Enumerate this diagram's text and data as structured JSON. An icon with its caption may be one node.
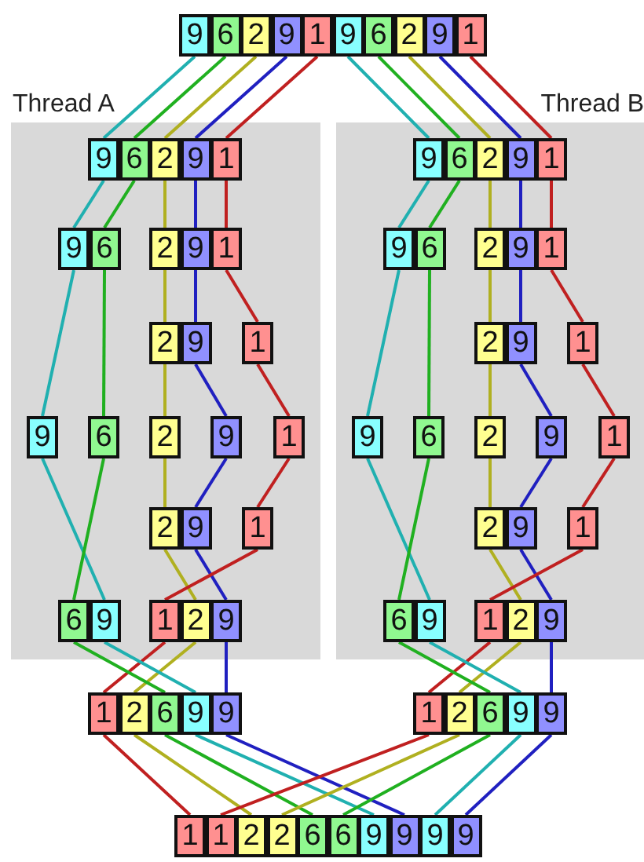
{
  "diagram": {
    "nodes": [
      {
        "text": [
          "9"
        ]
      },
      {
        "text": [
          "6"
        ]
      },
      {
        "text": [
          "2"
        ]
      },
      {
        "text": [
          "9"
        ]
      },
      {
        "text": [
          "1"
        ]
      },
      {
        "text": [
          "9"
        ]
      },
      {
        "text": [
          "6"
        ]
      },
      {
        "text": [
          "2"
        ]
      },
      {
        "text": [
          "9"
        ]
      },
      {
        "text": [
          "1"
        ]
      },
      {
        "text": [
          "Thread A"
        ]
      },
      {
        "text": [
          "9"
        ],
        "in": 10
      },
      {
        "text": [
          "6"
        ],
        "in": 10
      },
      {
        "text": [
          "2"
        ],
        "in": 10
      },
      {
        "text": [
          "9"
        ],
        "in": 10
      },
      {
        "text": [
          "1"
        ],
        "in": 10
      },
      {
        "text": [
          "9"
        ],
        "in": 10
      },
      {
        "text": [
          "6"
        ],
        "in": 10
      },
      {
        "text": [
          "2"
        ],
        "in": 10
      },
      {
        "text": [
          "9"
        ],
        "in": 10
      },
      {
        "text": [
          "1"
        ],
        "in": 10
      },
      {
        "text": [
          "2"
        ],
        "in": 10
      },
      {
        "text": [
          "9"
        ],
        "in": 10
      },
      {
        "text": [
          "1"
        ],
        "in": 10
      },
      {
        "text": [
          "9"
        ],
        "in": 10
      },
      {
        "text": [
          "6"
        ],
        "in": 10
      },
      {
        "text": [
          "2"
        ],
        "in": 10
      },
      {
        "text": [
          "9"
        ],
        "in": 10
      },
      {
        "text": [
          "1"
        ],
        "in": 10
      },
      {
        "text": [
          "2"
        ],
        "in": 10
      },
      {
        "text": [
          "9"
        ],
        "in": 10
      },
      {
        "text": [
          "1"
        ],
        "in": 10
      },
      {
        "text": [
          "6"
        ],
        "in": 10
      },
      {
        "text": [
          "9"
        ],
        "in": 10
      },
      {
        "text": [
          "1"
        ],
        "in": 10
      },
      {
        "text": [
          "2"
        ],
        "in": 10
      },
      {
        "text": [
          "9"
        ],
        "in": 10
      },
      {
        "text": [
          "Thread B"
        ]
      },
      {
        "text": [
          "9"
        ],
        "in": 37
      },
      {
        "text": [
          "6"
        ],
        "in": 37
      },
      {
        "text": [
          "2"
        ],
        "in": 37
      },
      {
        "text": [
          "9"
        ],
        "in": 37
      },
      {
        "text": [
          "1"
        ],
        "in": 37
      },
      {
        "text": [
          "9"
        ],
        "in": 37
      },
      {
        "text": [
          "6"
        ],
        "in": 37
      },
      {
        "text": [
          "2"
        ],
        "in": 37
      },
      {
        "text": [
          "9"
        ],
        "in": 37
      },
      {
        "text": [
          "1"
        ],
        "in": 37
      },
      {
        "text": [
          "2"
        ],
        "in": 37
      },
      {
        "text": [
          "9"
        ],
        "in": 37
      },
      {
        "text": [
          "1"
        ],
        "in": 37
      },
      {
        "text": [
          "9"
        ],
        "in": 37
      },
      {
        "text": [
          "6"
        ],
        "in": 37
      },
      {
        "text": [
          "2"
        ],
        "in": 37
      },
      {
        "text": [
          "9"
        ],
        "in": 37
      },
      {
        "text": [
          "1"
        ],
        "in": 37
      },
      {
        "text": [
          "2"
        ],
        "in": 37
      },
      {
        "text": [
          "9"
        ],
        "in": 37
      },
      {
        "text": [
          "1"
        ],
        "in": 37
      },
      {
        "text": [
          "6"
        ],
        "in": 37
      },
      {
        "text": [
          "9"
        ],
        "in": 37
      },
      {
        "text": [
          "1"
        ],
        "in": 37
      },
      {
        "text": [
          "2"
        ],
        "in": 37
      },
      {
        "text": [
          "9"
        ],
        "in": 37
      },
      {
        "text": [
          "1"
        ]
      },
      {
        "text": [
          "2"
        ]
      },
      {
        "text": [
          "6"
        ]
      },
      {
        "text": [
          "9"
        ]
      },
      {
        "text": [
          "9"
        ]
      },
      {
        "text": [
          "1"
        ]
      },
      {
        "text": [
          "2"
        ]
      },
      {
        "text": [
          "6"
        ]
      },
      {
        "text": [
          "9"
        ]
      },
      {
        "text": [
          "9"
        ]
      },
      {
        "text": [
          "1"
        ]
      },
      {
        "text": [
          "1"
        ]
      },
      {
        "text": [
          "2"
        ]
      },
      {
        "text": [
          "2"
        ]
      },
      {
        "text": [
          "6"
        ]
      },
      {
        "text": [
          "6"
        ]
      },
      {
        "text": [
          "9"
        ]
      },
      {
        "text": [
          "9"
        ]
      },
      {
        "text": [
          "9"
        ]
      },
      {
        "text": [
          "9"
        ]
      }
    ],
    "edges": [
      {
        "from": 0,
        "to": 11,
        "arrow": "none",
        "color": "#20b0b0"
      },
      {
        "from": 1,
        "to": 12,
        "arrow": "none",
        "color": "#20b020"
      },
      {
        "from": 2,
        "to": 13,
        "arrow": "none",
        "color": "#b0b020"
      },
      {
        "from": 3,
        "to": 14,
        "arrow": "none",
        "color": "#2020c0"
      },
      {
        "from": 4,
        "to": 15,
        "arrow": "none",
        "color": "#c02020"
      },
      {
        "from": 5,
        "to": 38,
        "arrow": "none",
        "color": "#20b0b0"
      },
      {
        "from": 6,
        "to": 39,
        "arrow": "none",
        "color": "#20b020"
      },
      {
        "from": 7,
        "to": 40,
        "arrow": "none",
        "color": "#b0b020"
      },
      {
        "from": 8,
        "to": 41,
        "arrow": "none",
        "color": "#2020c0"
      },
      {
        "from": 9,
        "to": 42,
        "arrow": "none",
        "color": "#c02020"
      },
      {
        "from": 11,
        "to": 16,
        "arrow": "none",
        "color": "#20b0b0"
      },
      {
        "from": 12,
        "to": 17,
        "arrow": "none",
        "color": "#20b020"
      },
      {
        "from": 13,
        "to": 18,
        "arrow": "none",
        "color": "#b0b020"
      },
      {
        "from": 14,
        "to": 19,
        "arrow": "none",
        "color": "#2020c0"
      },
      {
        "from": 15,
        "to": 20,
        "arrow": "none",
        "color": "#c02020"
      },
      {
        "from": 16,
        "to": 24,
        "arrow": "none",
        "color": "#20b0b0"
      },
      {
        "from": 17,
        "to": 25,
        "arrow": "none",
        "color": "#20b020"
      },
      {
        "from": 18,
        "to": 21,
        "arrow": "none",
        "color": "#b0b020"
      },
      {
        "from": 19,
        "to": 22,
        "arrow": "none",
        "color": "#2020c0"
      },
      {
        "from": 20,
        "to": 23,
        "arrow": "none",
        "color": "#c02020"
      },
      {
        "from": 21,
        "to": 26,
        "arrow": "none",
        "color": "#b0b020"
      },
      {
        "from": 22,
        "to": 27,
        "arrow": "none",
        "color": "#2020c0"
      },
      {
        "from": 23,
        "to": 28,
        "arrow": "none",
        "color": "#c02020"
      },
      {
        "from": 24,
        "to": 33,
        "arrow": "none",
        "color": "#20b0b0"
      },
      {
        "from": 25,
        "to": 32,
        "arrow": "none",
        "color": "#20b020"
      },
      {
        "from": 26,
        "to": 29,
        "arrow": "none",
        "color": "#b0b020"
      },
      {
        "from": 27,
        "to": 30,
        "arrow": "none",
        "color": "#2020c0"
      },
      {
        "from": 28,
        "to": 31,
        "arrow": "none",
        "color": "#c02020"
      },
      {
        "from": 29,
        "to": 35,
        "arrow": "none",
        "color": "#b0b020"
      },
      {
        "from": 30,
        "to": 36,
        "arrow": "none",
        "color": "#2020c0"
      },
      {
        "from": 31,
        "to": 34,
        "arrow": "none",
        "color": "#c02020"
      },
      {
        "from": 34,
        "to": 64,
        "arrow": "none",
        "color": "#c02020"
      },
      {
        "from": 35,
        "to": 65,
        "arrow": "none",
        "color": "#b0b020"
      },
      {
        "from": 32,
        "to": 66,
        "arrow": "none",
        "color": "#20b020"
      },
      {
        "from": 33,
        "to": 67,
        "arrow": "none",
        "color": "#20b0b0"
      },
      {
        "from": 36,
        "to": 68,
        "arrow": "none",
        "color": "#2020c0"
      },
      {
        "from": 38,
        "to": 43,
        "arrow": "none",
        "color": "#20b0b0"
      },
      {
        "from": 39,
        "to": 44,
        "arrow": "none",
        "color": "#20b020"
      },
      {
        "from": 40,
        "to": 45,
        "arrow": "none",
        "color": "#b0b020"
      },
      {
        "from": 41,
        "to": 46,
        "arrow": "none",
        "color": "#2020c0"
      },
      {
        "from": 42,
        "to": 47,
        "arrow": "none",
        "color": "#c02020"
      },
      {
        "from": 43,
        "to": 51,
        "arrow": "none",
        "color": "#20b0b0"
      },
      {
        "from": 44,
        "to": 52,
        "arrow": "none",
        "color": "#20b020"
      },
      {
        "from": 45,
        "to": 48,
        "arrow": "none",
        "color": "#b0b020"
      },
      {
        "from": 46,
        "to": 49,
        "arrow": "none",
        "color": "#2020c0"
      },
      {
        "from": 47,
        "to": 50,
        "arrow": "none",
        "color": "#c02020"
      },
      {
        "from": 48,
        "to": 53,
        "arrow": "none",
        "color": "#b0b020"
      },
      {
        "from": 49,
        "to": 54,
        "arrow": "none",
        "color": "#2020c0"
      },
      {
        "from": 50,
        "to": 55,
        "arrow": "none",
        "color": "#c02020"
      },
      {
        "from": 51,
        "to": 60,
        "arrow": "none",
        "color": "#20b0b0"
      },
      {
        "from": 52,
        "to": 59,
        "arrow": "none",
        "color": "#20b020"
      },
      {
        "from": 53,
        "to": 56,
        "arrow": "none",
        "color": "#b0b020"
      },
      {
        "from": 54,
        "to": 57,
        "arrow": "none",
        "color": "#2020c0"
      },
      {
        "from": 55,
        "to": 58,
        "arrow": "none",
        "color": "#c02020"
      },
      {
        "from": 56,
        "to": 62,
        "arrow": "none",
        "color": "#b0b020"
      },
      {
        "from": 57,
        "to": 63,
        "arrow": "none",
        "color": "#2020c0"
      },
      {
        "from": 58,
        "to": 61,
        "arrow": "none",
        "color": "#c02020"
      },
      {
        "from": 61,
        "to": 69,
        "arrow": "none",
        "color": "#c02020"
      },
      {
        "from": 62,
        "to": 70,
        "arrow": "none",
        "color": "#b0b020"
      },
      {
        "from": 59,
        "to": 71,
        "arrow": "none",
        "color": "#20b020"
      },
      {
        "from": 60,
        "to": 72,
        "arrow": "none",
        "color": "#20b0b0"
      },
      {
        "from": 63,
        "to": 73,
        "arrow": "none",
        "color": "#2020c0"
      },
      {
        "from": 64,
        "to": 74,
        "arrow": "none",
        "color": "#c02020"
      },
      {
        "from": 65,
        "to": 76,
        "arrow": "none",
        "color": "#b0b020"
      },
      {
        "from": 66,
        "to": 78,
        "arrow": "none",
        "color": "#20b020"
      },
      {
        "from": 67,
        "to": 80,
        "arrow": "none",
        "color": "#20b0b0"
      },
      {
        "from": 68,
        "to": 81,
        "arrow": "none",
        "color": "#2020c0"
      },
      {
        "from": 69,
        "to": 75,
        "arrow": "none",
        "color": "#c02020"
      },
      {
        "from": 70,
        "to": 77,
        "arrow": "none",
        "color": "#b0b020"
      },
      {
        "from": 71,
        "to": 79,
        "arrow": "none",
        "color": "#20b020"
      },
      {
        "from": 72,
        "to": 82,
        "arrow": "none",
        "color": "#20b0b0"
      },
      {
        "from": 73,
        "to": 83,
        "arrow": "none",
        "color": "#2020c0"
      }
    ]
  }
}
